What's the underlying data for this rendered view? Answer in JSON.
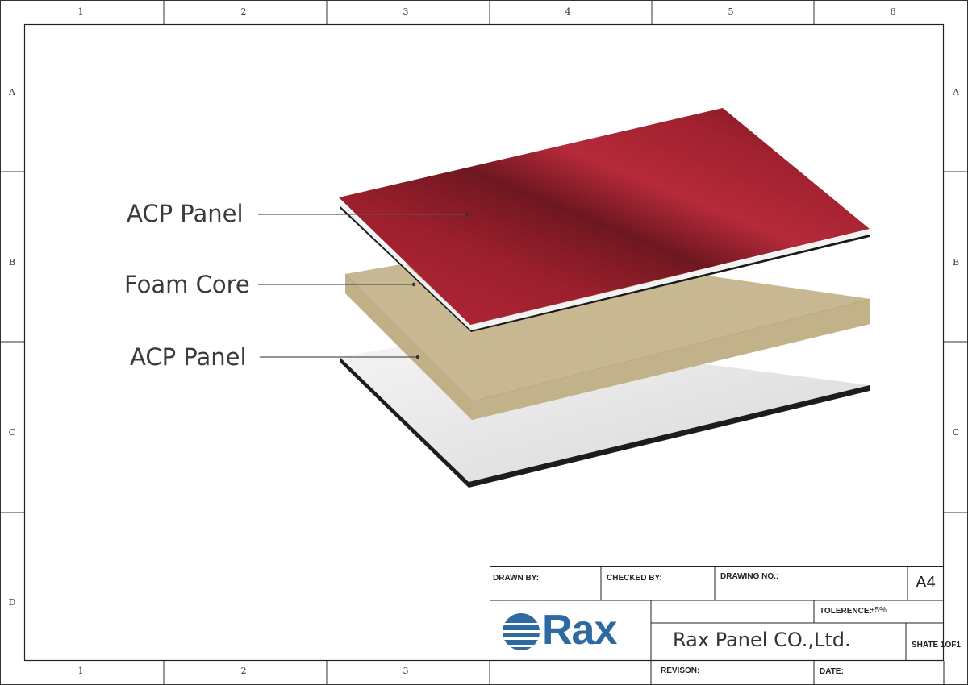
{
  "frame": {
    "top_zones": [
      "1",
      "2",
      "3",
      "4",
      "5",
      "6"
    ],
    "bottom_zones": [
      "1",
      "2",
      "3"
    ],
    "side_zones": [
      "A",
      "B",
      "C",
      "D"
    ]
  },
  "diagram": {
    "callouts": [
      {
        "label": "ACP Panel"
      },
      {
        "label": "Foam Core"
      },
      {
        "label": "ACP Panel"
      }
    ],
    "colors": {
      "top_panel": "#a3202f",
      "foam_core": "#cfc09a",
      "bottom_panel": "#ececec",
      "edge": "#1c1c1c"
    }
  },
  "title_block": {
    "drawn_by": "DRAWN BY:",
    "checked_by": "CHECKED BY:",
    "drawing_no": "DRAWING NO.:",
    "size": "A4",
    "tolerance_label": "TOLERENCE:",
    "tolerance_value": "±5%",
    "logo_text": "Rax",
    "company": "Rax Panel CO.,Ltd.",
    "sheet": "SHATE 1OF1",
    "revision": "REVISON:",
    "date": "DATE:",
    "logo_color": "#2e6aa1"
  }
}
